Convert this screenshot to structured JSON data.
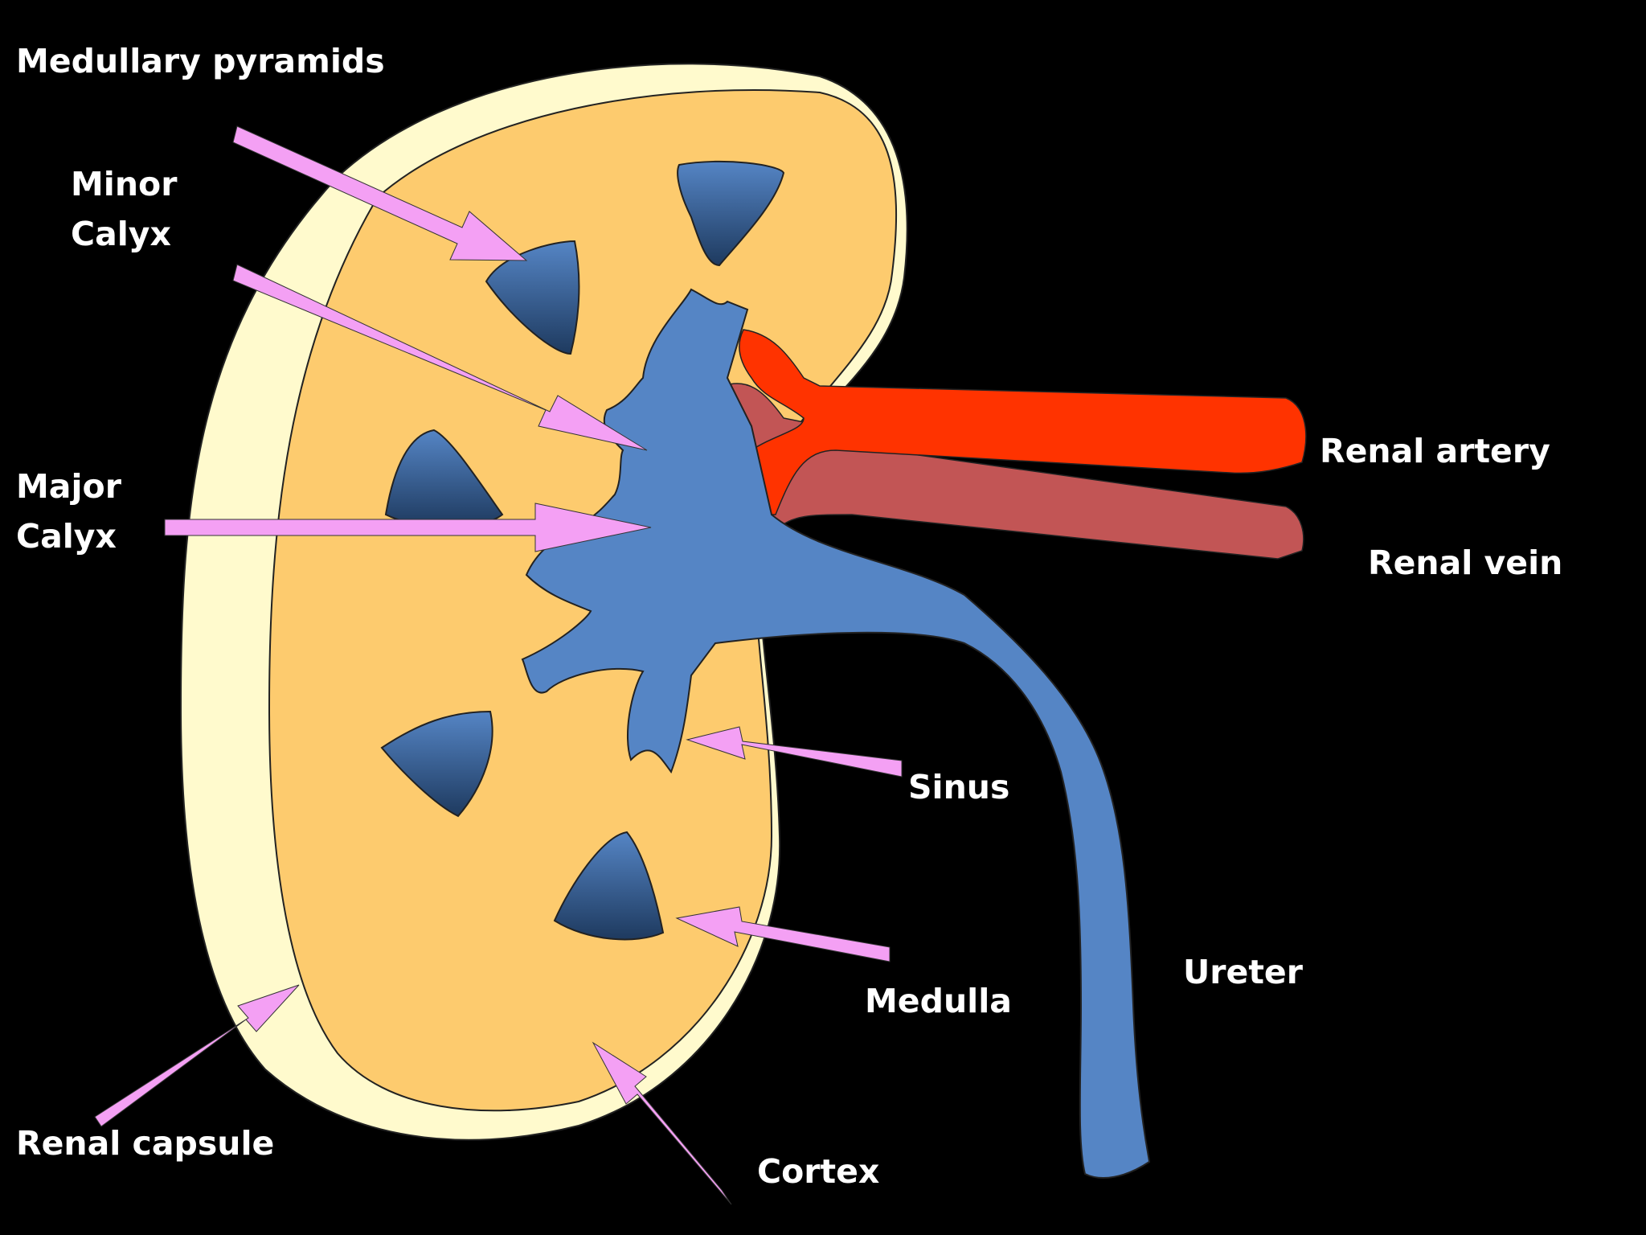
{
  "labels": {
    "medullary_pyramids": "Medullary pyramids",
    "minor_calyx": [
      "Minor",
      "Calyx"
    ],
    "major_calyx": [
      "Major",
      "Calyx"
    ],
    "renal_artery": "Renal artery",
    "renal_vein": "Renal vein",
    "sinus": "Sinus",
    "ureter": "Ureter",
    "medulla": "Medulla",
    "cortex": "Cortex",
    "renal_capsule": "Renal capsule"
  },
  "colors": {
    "background": "#000000",
    "capsule": "#FFFACD",
    "cortex": "#FDCB6E",
    "calyx_blue": "#5585C5",
    "pyramid_blue": "#3D6FA8",
    "pyramid_dark": "#1E3A5F",
    "renal_artery": "#FF3300",
    "renal_vein": "#C25555",
    "arrow": "#F4A0F4",
    "text": "#FFFFFF"
  }
}
